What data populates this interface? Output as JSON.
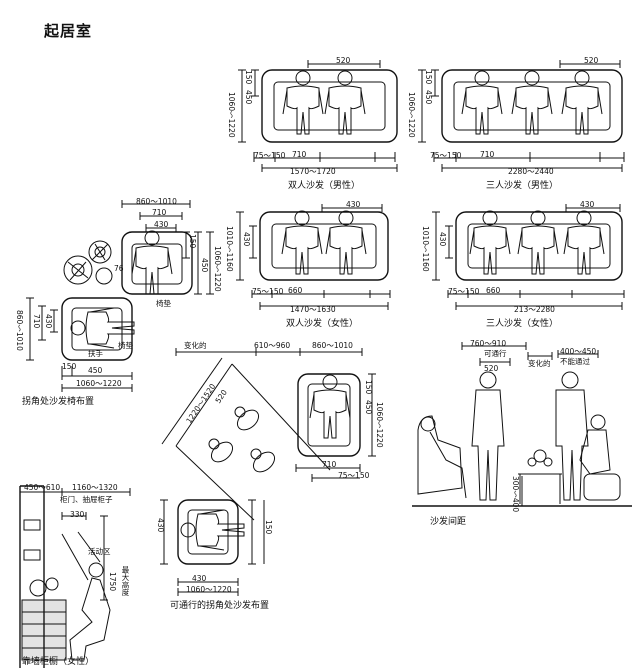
{
  "title": "起居室",
  "panels": {
    "two_male": {
      "caption": "双人沙发（男性）",
      "d_top": "520",
      "d_left": "1060～1220",
      "d_left_small": "450",
      "d_top_left": "150",
      "d_ends": "75～150",
      "d_mid": "710",
      "d_total": "1570～1720"
    },
    "three_male": {
      "caption": "三人沙发（男性）",
      "d_top": "520",
      "d_left": "1060～1220",
      "d_left_small": "450",
      "d_top_left": "150",
      "d_ends": "75～150",
      "d_mid": "710",
      "d_total": "2280～2440"
    },
    "two_female": {
      "caption": "双人沙发（女性）",
      "d_top": "430",
      "d_left": "1010～1160",
      "d_left_small": "430",
      "d_ends": "75～150",
      "d_mid": "660",
      "d_total": "1470～1630"
    },
    "three_female": {
      "caption": "三人沙发（女性）",
      "d_top": "430",
      "d_left": "1010～1160",
      "d_left_small": "430",
      "d_ends": "75～150",
      "d_mid": "660",
      "d_total": "213～2280"
    },
    "corner": {
      "caption": "拐角处沙发椅布置",
      "d_top": "860～1010",
      "d_710": "710",
      "d_430": "430",
      "d_150": "150",
      "d_450": "450",
      "d_right": "1060～1220",
      "d_left": "860～1010",
      "d_left_710": "710",
      "d_left_430": "430",
      "d_bottom": "1060～1220",
      "d_bottom_150": "150",
      "d_bottom_450": "450",
      "label_seat": "椅垫",
      "label_seat2": "椅垫",
      "label_arm": "扶手",
      "d_76": "76"
    },
    "passable": {
      "caption": "可通行的拐角处沙发布置",
      "d_change": "变化的",
      "d_610": "610～960",
      "d_860": "860～1010",
      "d_diag": "1220～1520",
      "d_520": "520",
      "d_150": "150",
      "d_450": "450",
      "d_710": "710",
      "d_75": "75～150",
      "d_right": "1060～1220",
      "d_left_430": "430",
      "d_bottom": "1060～1220",
      "d_bottom_430": "430",
      "d_bottom_150": "150"
    },
    "spacing": {
      "caption": "沙发间距",
      "d_760": "760～910",
      "d_passable": "可通行",
      "d_520": "520",
      "d_change": "变化的",
      "d_400": "400～450",
      "d_not_pass": "不能通过",
      "d_height": "300～400"
    },
    "wall": {
      "caption": "靠墙柜橱（女性）",
      "d_450": "450～610",
      "d_1160": "1160～1320",
      "d_drawer": "柜门、抽屉柜子",
      "d_330": "330",
      "d_active": "活动区",
      "d_1750": "1750",
      "d_reach": "最大高度"
    }
  }
}
